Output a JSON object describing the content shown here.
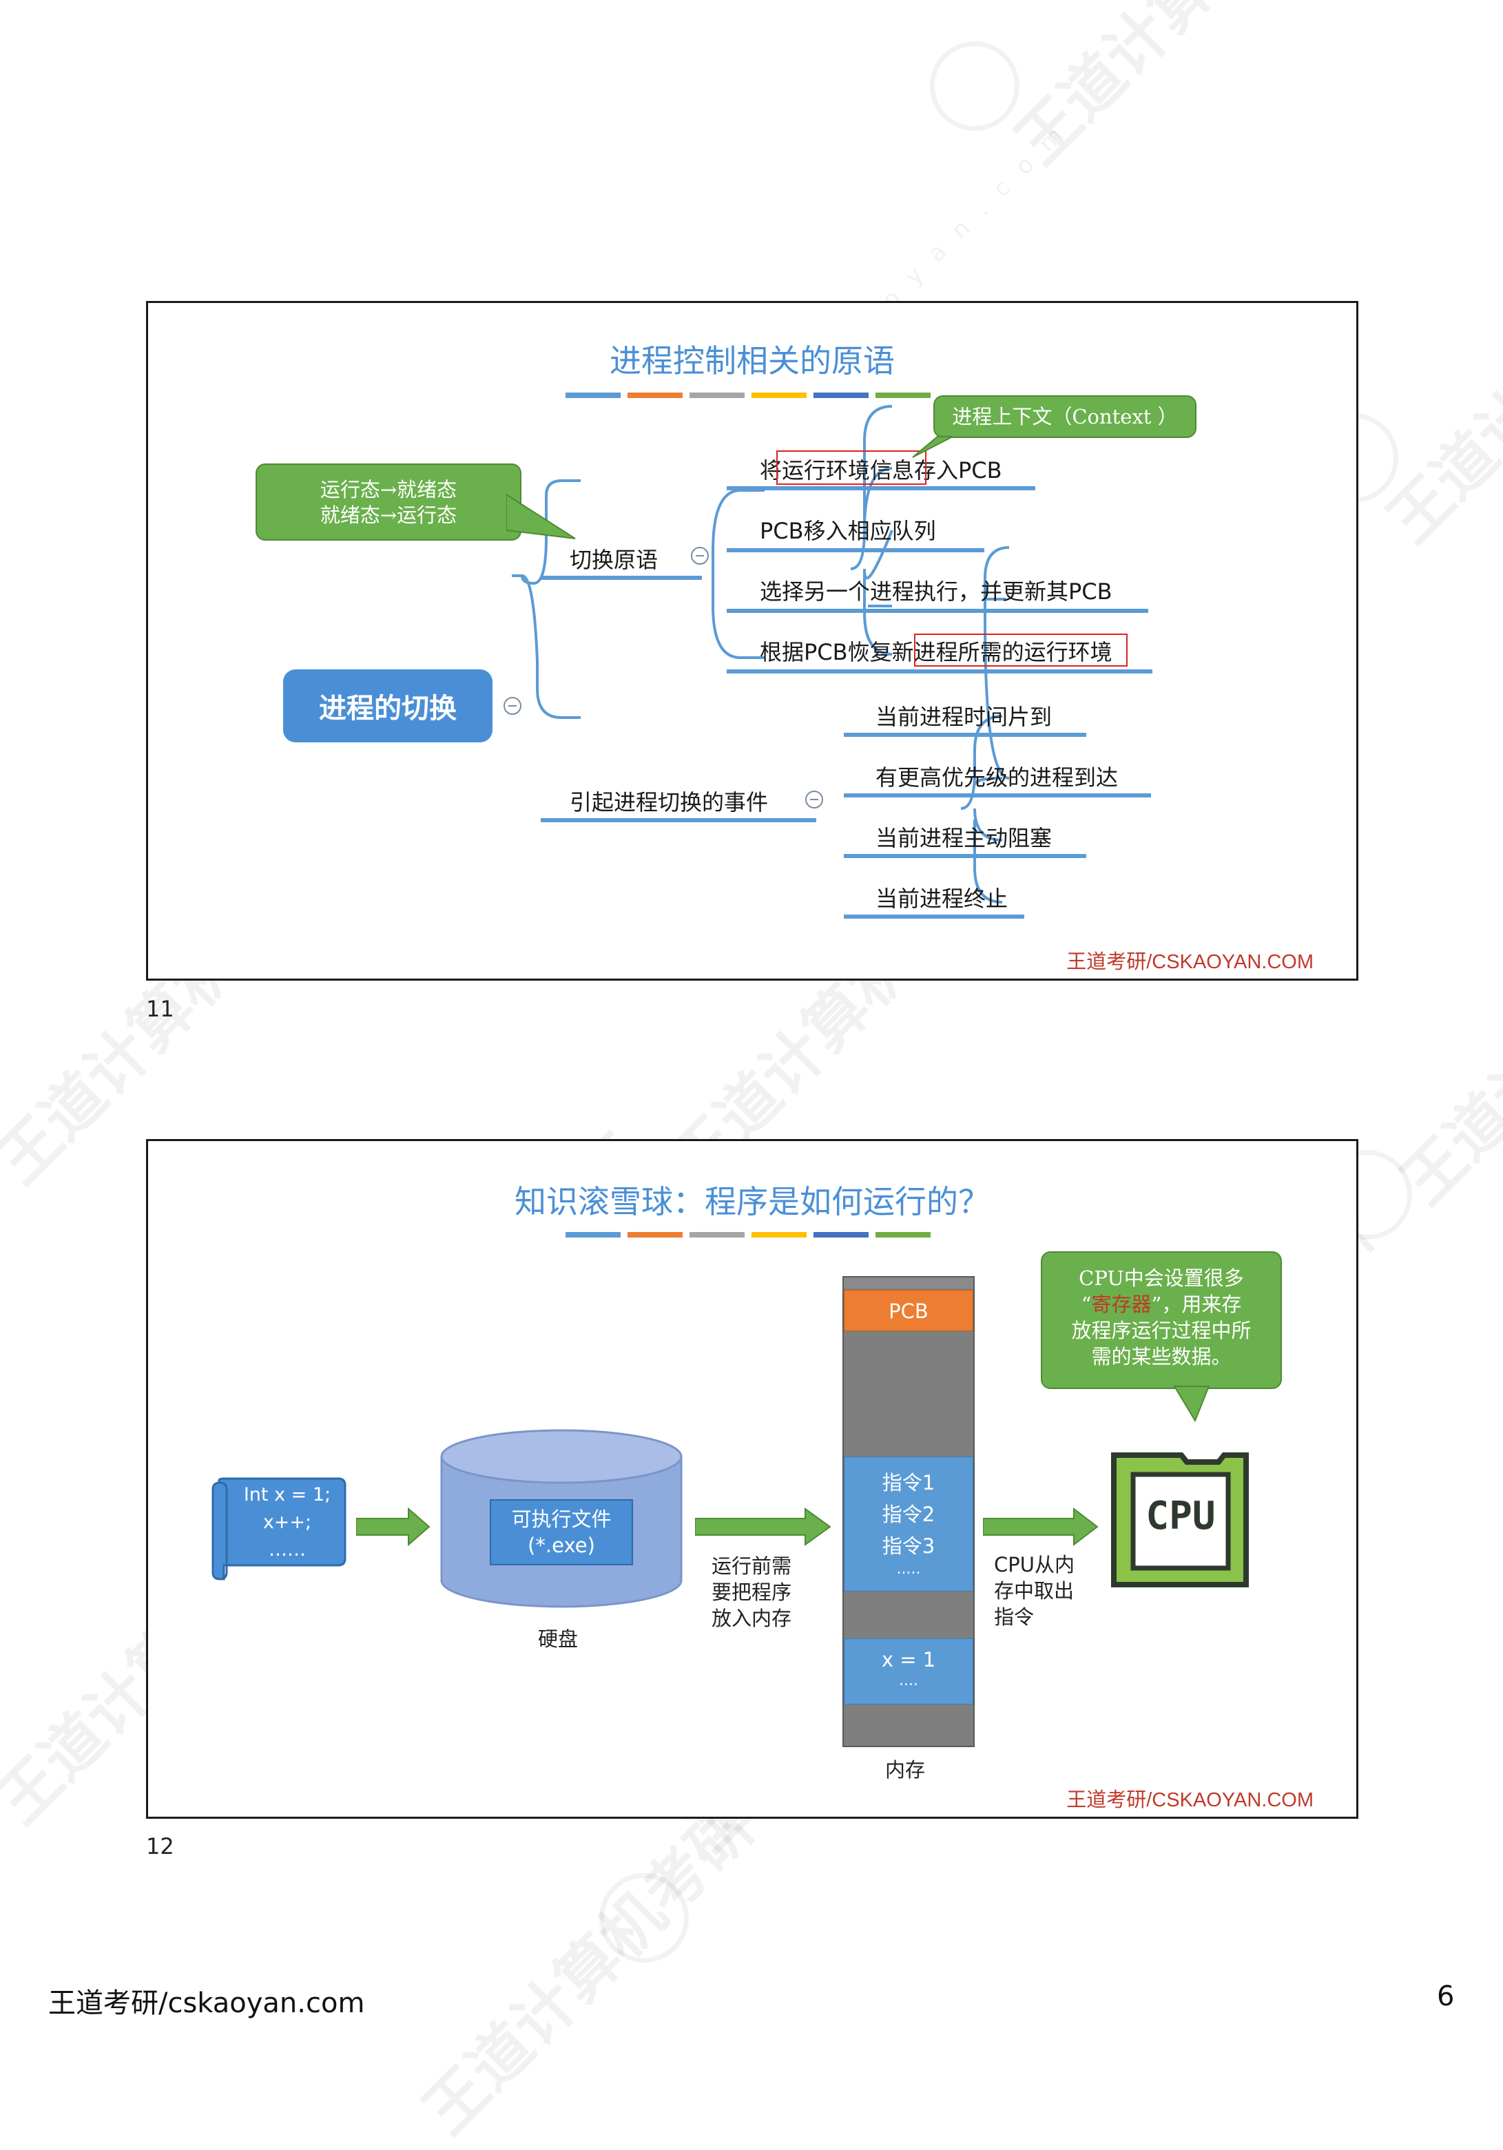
{
  "slide11": {
    "number": "11",
    "title": "进程控制相关的原语",
    "root": "进程的切换",
    "callout_left": {
      "line1": "运行态→就绪态",
      "line2": "就绪态→运行态"
    },
    "callout_right": "进程上下文（Context ）",
    "branch1": {
      "label": "切换原语",
      "items": [
        "将运行环境信息存入PCB",
        "PCB移入相应队列",
        "选择另一个进程执行，并更新其PCB",
        "根据PCB恢复新进程所需的运行环境"
      ]
    },
    "branch2": {
      "label": "引起进程切换的事件",
      "items": [
        "当前进程时间片到",
        "有更高优先级的进程到达",
        "当前进程主动阻塞",
        "当前进程终止"
      ]
    },
    "brand": "王道考研/CSKAOYAN.COM"
  },
  "slide12": {
    "number": "12",
    "title": "知识滚雪球：程序是如何运行的？",
    "code": {
      "line1": "Int x = 1;",
      "line2": "x++;",
      "line3": "……"
    },
    "disk": {
      "inner1": "可执行文件",
      "inner2": "(*.exe)",
      "label": "硬盘"
    },
    "arrow2_label": {
      "line1": "运行前需",
      "line2": "要把程序",
      "line3": "放入内存"
    },
    "memory": {
      "pcb": "PCB",
      "instr1": "指令1",
      "instr2": "指令2",
      "instr3": "指令3",
      "instr_more": ".....",
      "data1": "x = 1",
      "data_more": "....",
      "label": "内存"
    },
    "arrow3_label": {
      "line1": "CPU从内",
      "line2": "存中取出",
      "line3": "指令"
    },
    "cpu_label": "CPU",
    "callout": {
      "line1": "CPU中会设置很多",
      "line2_pre": "“",
      "line2_red": "寄存器",
      "line2_post": "”，用来存",
      "line3": "放程序运行过程中所",
      "line4": "需的某些数据。"
    },
    "brand": "王道考研/CSKAOYAN.COM"
  },
  "footer": {
    "left": "王道考研/cskaoyan.com",
    "page": "6"
  },
  "watermark": {
    "text": "王道计算机考研",
    "url": "w w w . c s k a o y a n . c o m"
  },
  "colors": {
    "accent": "#4a8fd6",
    "green": "#6ab04c",
    "orange": "#ed7d31",
    "red": "#e02020"
  }
}
